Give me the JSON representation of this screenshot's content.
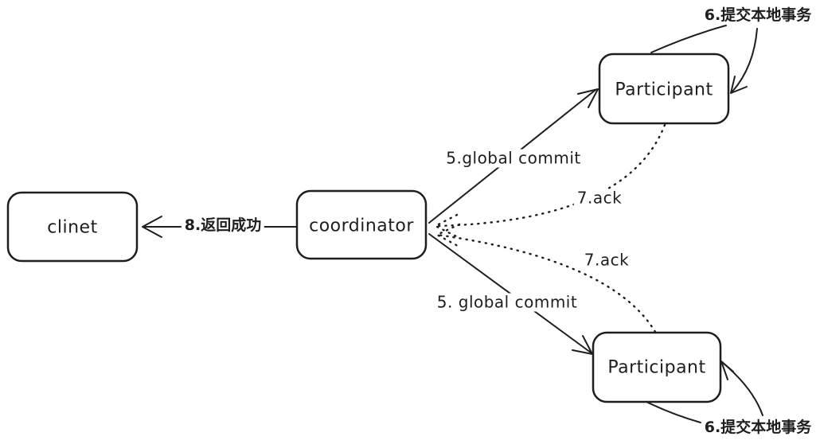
{
  "canvas": {
    "background": "#ffffff",
    "stroke_color": "#1e1e1e",
    "style": "hand-drawn whiteboard diagram"
  },
  "nodes": [
    {
      "id": "client",
      "label": "clinet"
    },
    {
      "id": "coordinator",
      "label": "coordinator"
    },
    {
      "id": "participant_top",
      "label": "Participant"
    },
    {
      "id": "participant_bottom",
      "label": "Participant"
    }
  ],
  "edges": [
    {
      "id": "return_success",
      "label": "8.返回成功",
      "from": "coordinator",
      "to": "client",
      "line": "solid"
    },
    {
      "id": "global_commit_top",
      "label": "5.global commit",
      "from": "coordinator",
      "to": "participant_top",
      "line": "solid"
    },
    {
      "id": "global_commit_bottom",
      "label": "5. global commit",
      "from": "coordinator",
      "to": "participant_bottom",
      "line": "solid"
    },
    {
      "id": "ack_top",
      "label": "7.ack",
      "from": "participant_top",
      "to": "coordinator",
      "line": "dotted"
    },
    {
      "id": "ack_bottom",
      "label": "7.ack",
      "from": "participant_bottom",
      "to": "coordinator",
      "line": "dotted"
    },
    {
      "id": "commit_local_top",
      "label": "6.提交本地事务",
      "from": "participant_top",
      "to": "participant_top",
      "line": "solid"
    },
    {
      "id": "commit_local_bottom",
      "label": "6.提交本地事务",
      "from": "participant_bottom",
      "to": "participant_bottom",
      "line": "solid"
    }
  ]
}
